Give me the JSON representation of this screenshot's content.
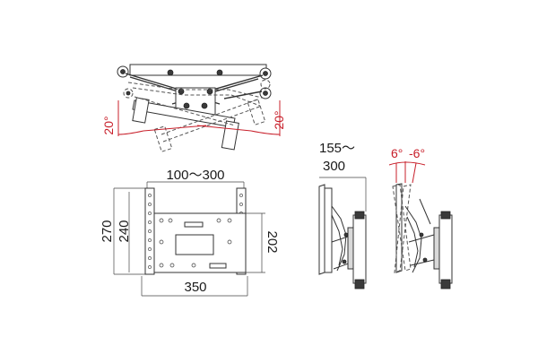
{
  "top_view": {
    "angle_left": "20°",
    "angle_right": "20°"
  },
  "front_view": {
    "width_inner": "100～300",
    "height_outer": "270",
    "height_inner": "240",
    "height_plate": "202",
    "width_outer": "350"
  },
  "side_view_depth": {
    "depth_line1": "155～",
    "depth_line2": "300"
  },
  "side_view_tilt": {
    "tilt_up": "6°",
    "tilt_down": "-6°"
  }
}
